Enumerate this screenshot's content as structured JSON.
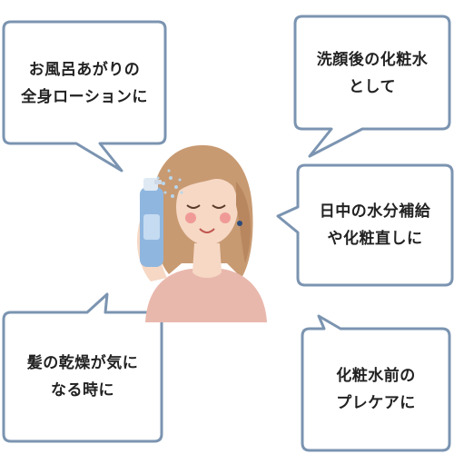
{
  "colors": {
    "bubble_border": "#7b94b1",
    "bubble_fill": "#ffffff",
    "text": "#222222",
    "skin": "#f6d8c5",
    "hair": "#c89a72",
    "top": "#e9b8ad",
    "bottle": "#8fb6df",
    "mist": "#b7d6ec",
    "cheek": "#ef8b8b"
  },
  "bubbles": [
    {
      "id": "after-bath",
      "lines": [
        "お風呂あがりの",
        "全身ローションに"
      ],
      "tail": "bottom-right"
    },
    {
      "id": "after-wash",
      "lines": [
        "洗顔後の化粧水",
        "として"
      ],
      "tail": "bottom-left"
    },
    {
      "id": "moisture",
      "lines": [
        "日中の水分補給",
        "や化粧直しに"
      ],
      "tail": "left"
    },
    {
      "id": "hair-dry",
      "lines": [
        "髪の乾燥が気に",
        "なる時に"
      ],
      "tail": "top-right"
    },
    {
      "id": "pre-makeup",
      "lines": [
        "化粧水前の",
        "プレケアに"
      ],
      "tail": "top-left"
    }
  ]
}
